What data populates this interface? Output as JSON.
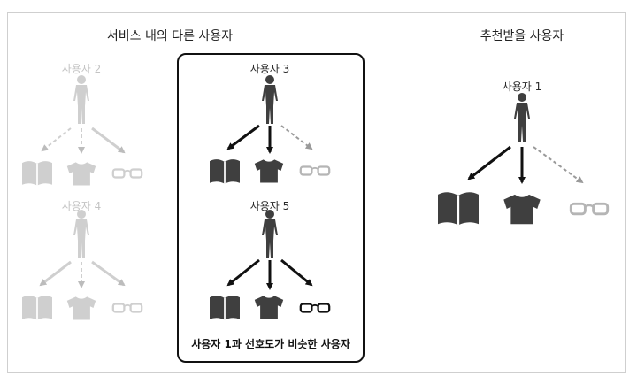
{
  "sections": {
    "others_title": "서비스 내의 다른 사용자",
    "target_title": "추천받을 사용자"
  },
  "users": {
    "user2": "사용자 2",
    "user3": "사용자 3",
    "user4": "사용자 4",
    "user5": "사용자 5",
    "user1": "사용자 1"
  },
  "similar_caption": "사용자 1과 선호도가 비슷한 사용자",
  "icons": [
    "person-icon",
    "book-icon",
    "tshirt-icon",
    "glasses-icon"
  ],
  "colors": {
    "dark": "#3f3f3f",
    "faded": "#b8b8b8",
    "frame": "#cfcfcf"
  }
}
